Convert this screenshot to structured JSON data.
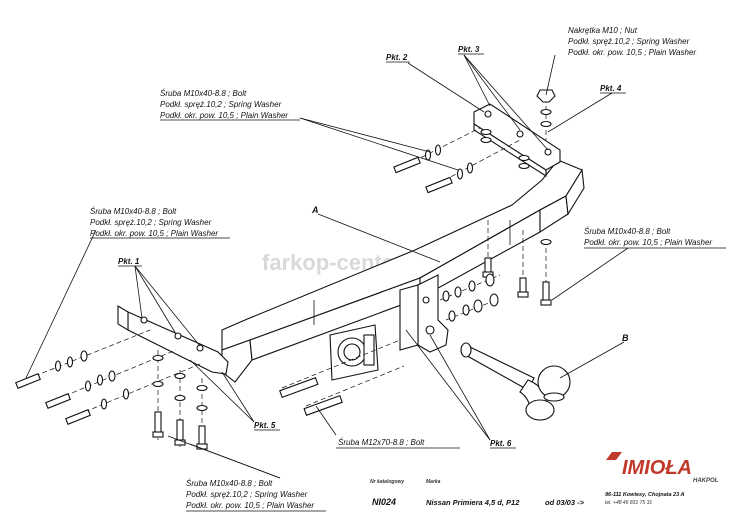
{
  "watermark": "farkop-center.ru",
  "callouts": {
    "nut_top": [
      "Nakrętka M10 ; Nut",
      "Podkł. spręż.10,2 ; Spring Washer",
      "Podkł. okr. pow. 10,5 ; Plain Washer"
    ],
    "bolt_top": [
      "Śruba M10x40-8.8 ; Bolt",
      "Podkł. spręż.10,2 ; Spring Washer",
      "Podkł. okr. pow. 10,5 ; Plain Washer"
    ],
    "bolt_left": [
      "Śruba M10x40-8.8 ; Bolt",
      "Podkł. spręż.10,2 ; Spring Washer",
      "Podkł. okr. pow. 10,5 ; Plain Washer"
    ],
    "bolt_right": [
      "Śruba M10x40-8.8 ; Bolt",
      "Podkł. okr. pow. 10,5 ; Plain Washer"
    ],
    "bolt_m12": "Śruba M12x70-8.8 ; Bolt",
    "bolt_bottom": [
      "Śruba M10x40-8.8 ; Bolt",
      "Podkł. spręż.10,2 ; Spring Washer",
      "Podkł. okr. pow. 10,5 ; Plain Washer"
    ]
  },
  "points": {
    "pkt1": "Pkt. 1",
    "pkt2": "Pkt. 2",
    "pkt3": "Pkt. 3",
    "pkt4": "Pkt. 4",
    "pkt5": "Pkt. 5",
    "pkt6": "Pkt. 6"
  },
  "parts": {
    "a": "A",
    "b": "B"
  },
  "title_block": {
    "catalog_header": "Nr katalogowy",
    "catalog_number": "NI024",
    "brand_header": "Marka",
    "vehicle": "Nissan Primiera 4,5 d, P12",
    "date": "od 03/03 ->"
  },
  "logo": {
    "name": "IMIOŁA",
    "sub": "HAKPOL",
    "address": "96-111 Kowiesy, Chojnata 23 A",
    "phone": "tel. +48 46 831 75 31"
  }
}
